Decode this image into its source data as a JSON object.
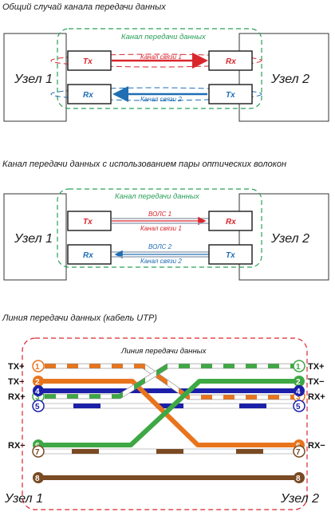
{
  "colors": {
    "red": "#d9262c",
    "blue": "#1f6eb3",
    "channel_border": "#2aa05a",
    "line_border": "#d9262c",
    "orange": "#e8741c",
    "green": "#3ea844",
    "navy": "#1c20a8",
    "brown": "#7a4a22"
  },
  "section1": {
    "title": "Общий случай канала передачи данных",
    "channel": "Канал передачи данных",
    "node1": "Узел 1",
    "node2": "Узел 2",
    "tx": "Tx",
    "rx": "Rx",
    "link1": "Канал связи 1",
    "link2": "Канал связи 2"
  },
  "section2": {
    "title": "Канал передачи данных с использованием пары оптических волокон",
    "channel": "Канал передачи данных",
    "node1": "Узел 1",
    "node2": "Узел 2",
    "tx": "Tx",
    "rx": "Rx",
    "fiber1": "ВОЛС 1",
    "fiber2": "ВОЛС 2",
    "link1": "Канал связи 1",
    "link2": "Канал связи 2"
  },
  "section3": {
    "title": "Линия передачи данных (кабель UTP)",
    "line": "Линия передачи данных",
    "node1": "Узел 1",
    "node2": "Узел 2",
    "left_signals": [
      "TX+",
      "TX−",
      "RX+",
      "",
      "",
      "RX−",
      "",
      ""
    ],
    "right_signals": [
      "TX+",
      "TX−",
      "RX+",
      "",
      "",
      "RX−",
      "",
      ""
    ],
    "pins": [
      "1",
      "2",
      "3",
      "4",
      "5",
      "6",
      "7",
      "8"
    ]
  }
}
